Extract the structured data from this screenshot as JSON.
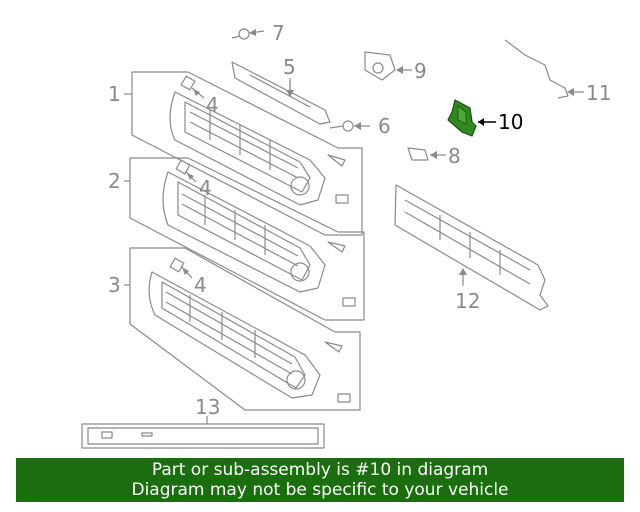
{
  "callouts": {
    "c1": "1",
    "c2": "2",
    "c3": "3",
    "c4a": "4",
    "c4b": "4",
    "c4c": "4",
    "c5": "5",
    "c6": "6",
    "c7": "7",
    "c8": "8",
    "c9": "9",
    "c10": "10",
    "c11": "11",
    "c12": "12",
    "c13": "13"
  },
  "highlight_part": "10",
  "colors": {
    "line": "#8a8a8a",
    "highlight_fill": "#2f8a1e",
    "banner_bg": "#1a6e0e",
    "banner_text": "#ffffff"
  },
  "banner": {
    "line1": "Part or sub-assembly is #10 in diagram",
    "line2": "Diagram may not be specific to your vehicle"
  }
}
